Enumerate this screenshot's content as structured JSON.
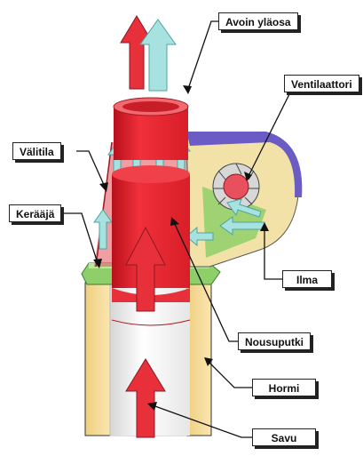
{
  "diagram": {
    "labels": {
      "open_top": "Avoin yläosa",
      "fan": "Ventilaattori",
      "gap": "Välitila",
      "collector": "Kerääjä",
      "air": "Ilma",
      "riser_pipe": "Nousuputki",
      "chimney": "Hormi",
      "smoke": "Savu"
    },
    "colors": {
      "smoke_red": "#e8303a",
      "air_cyan": "#a8e2e0",
      "chimney_beige": "#f6dc98",
      "fan_housing_purple": "#6b5bc4",
      "collector_green": "#8fcf6a",
      "outline": "#222222"
    }
  }
}
